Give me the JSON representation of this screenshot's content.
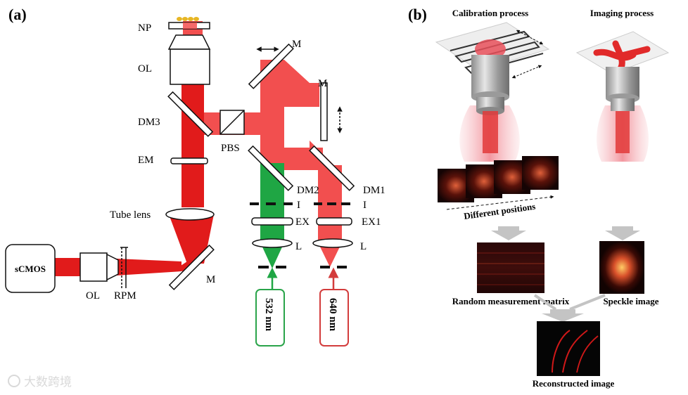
{
  "panel_a": {
    "tag": "(a)",
    "labels": {
      "np": "NP",
      "ol_top": "OL",
      "dm3": "DM3",
      "em": "EM",
      "tube_lens": "Tube lens",
      "pbs": "PBS",
      "m_top": "M",
      "m_right": "M",
      "m_bottom": "M",
      "dm2": "DM2",
      "dm1": "DM1",
      "i_left": "I",
      "i_right": "I",
      "ex": "EX",
      "ex1": "EX1",
      "l_left": "L",
      "l_right": "L",
      "scmos": "sCMOS",
      "ol_bottom": "OL",
      "rpm": "RPM",
      "laser_532": "532 nm",
      "laser_640": "640 nm"
    }
  },
  "panel_b": {
    "tag": "(b)",
    "calibration_title": "Calibration process",
    "imaging_title": "Imaging process",
    "different_positions": "Different positions",
    "random_matrix": "Random measurement matrix",
    "speckle_image": "Speckle image",
    "reconstructed_image": "Reconstructed image"
  },
  "watermark": "大数跨境",
  "colors": {
    "red_beam": "#f24f4f",
    "dark_red_beam": "#e11b1b",
    "green_beam": "#1fa644",
    "laser_red_border": "#d33c3c",
    "laser_green_border": "#2aa44a"
  }
}
